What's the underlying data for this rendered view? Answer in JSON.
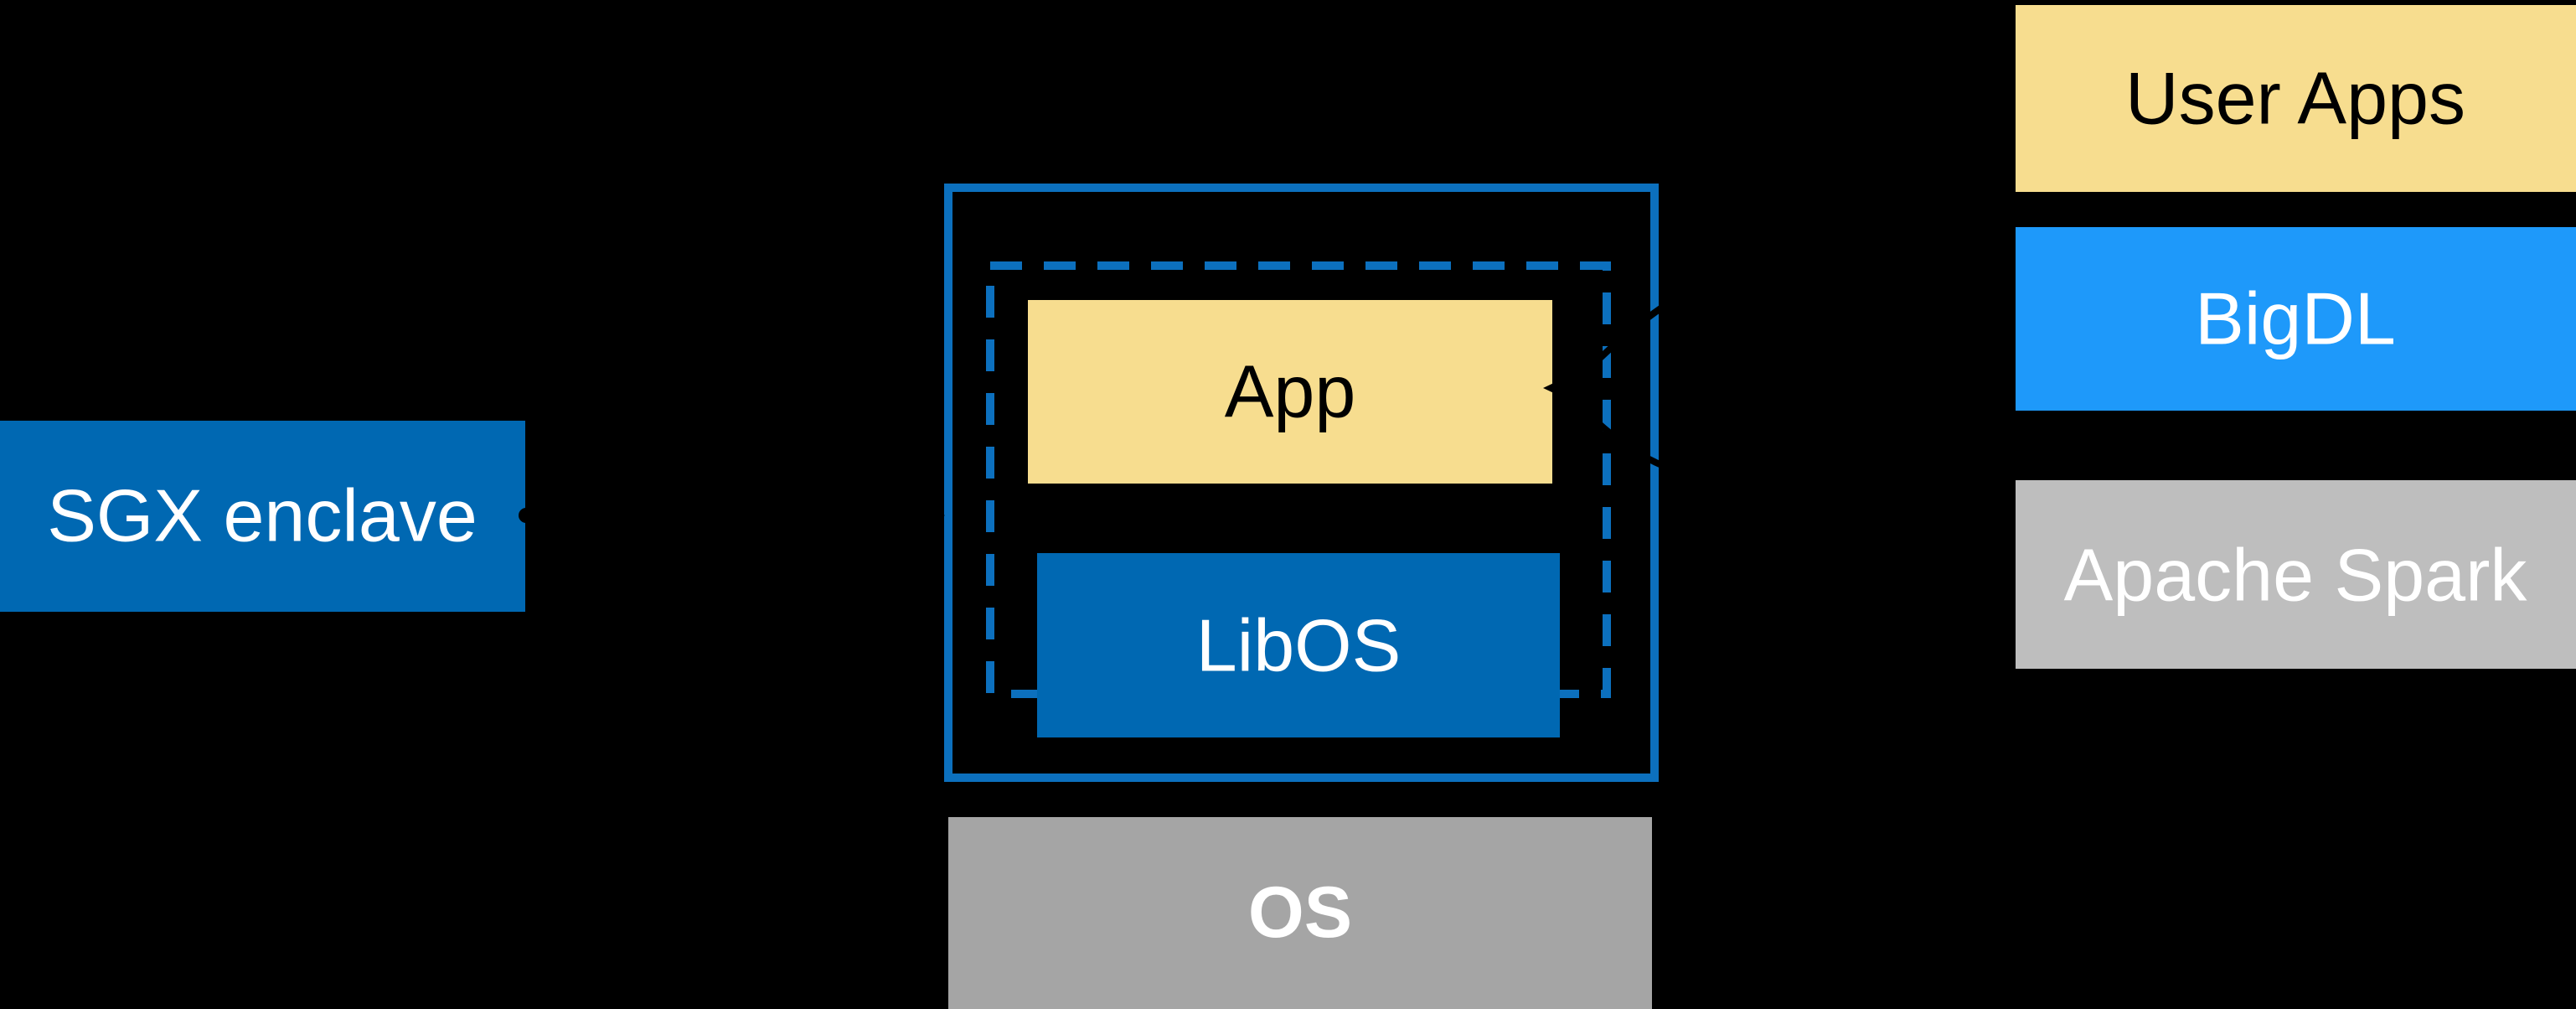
{
  "colors": {
    "background": "#000000",
    "intel_blue": "#0068B2",
    "stroke_blue": "#0C70BE",
    "bright_blue": "#1E99FA",
    "yellow": "#F7DD8F",
    "gray_light": "#BEBEBE",
    "gray_medium": "#A5A5A5",
    "text_dark": "#000000",
    "text_light": "#FFFFFF",
    "connector_black": "#000000"
  },
  "left": {
    "sgx_label": "SGX enclave"
  },
  "center": {
    "app_label": "App",
    "libos_label": "LibOS",
    "os_label": "OS"
  },
  "right_stack": {
    "items": [
      {
        "label": "User Apps"
      },
      {
        "label": "BigDL"
      },
      {
        "label": "Apache Spark"
      }
    ]
  }
}
